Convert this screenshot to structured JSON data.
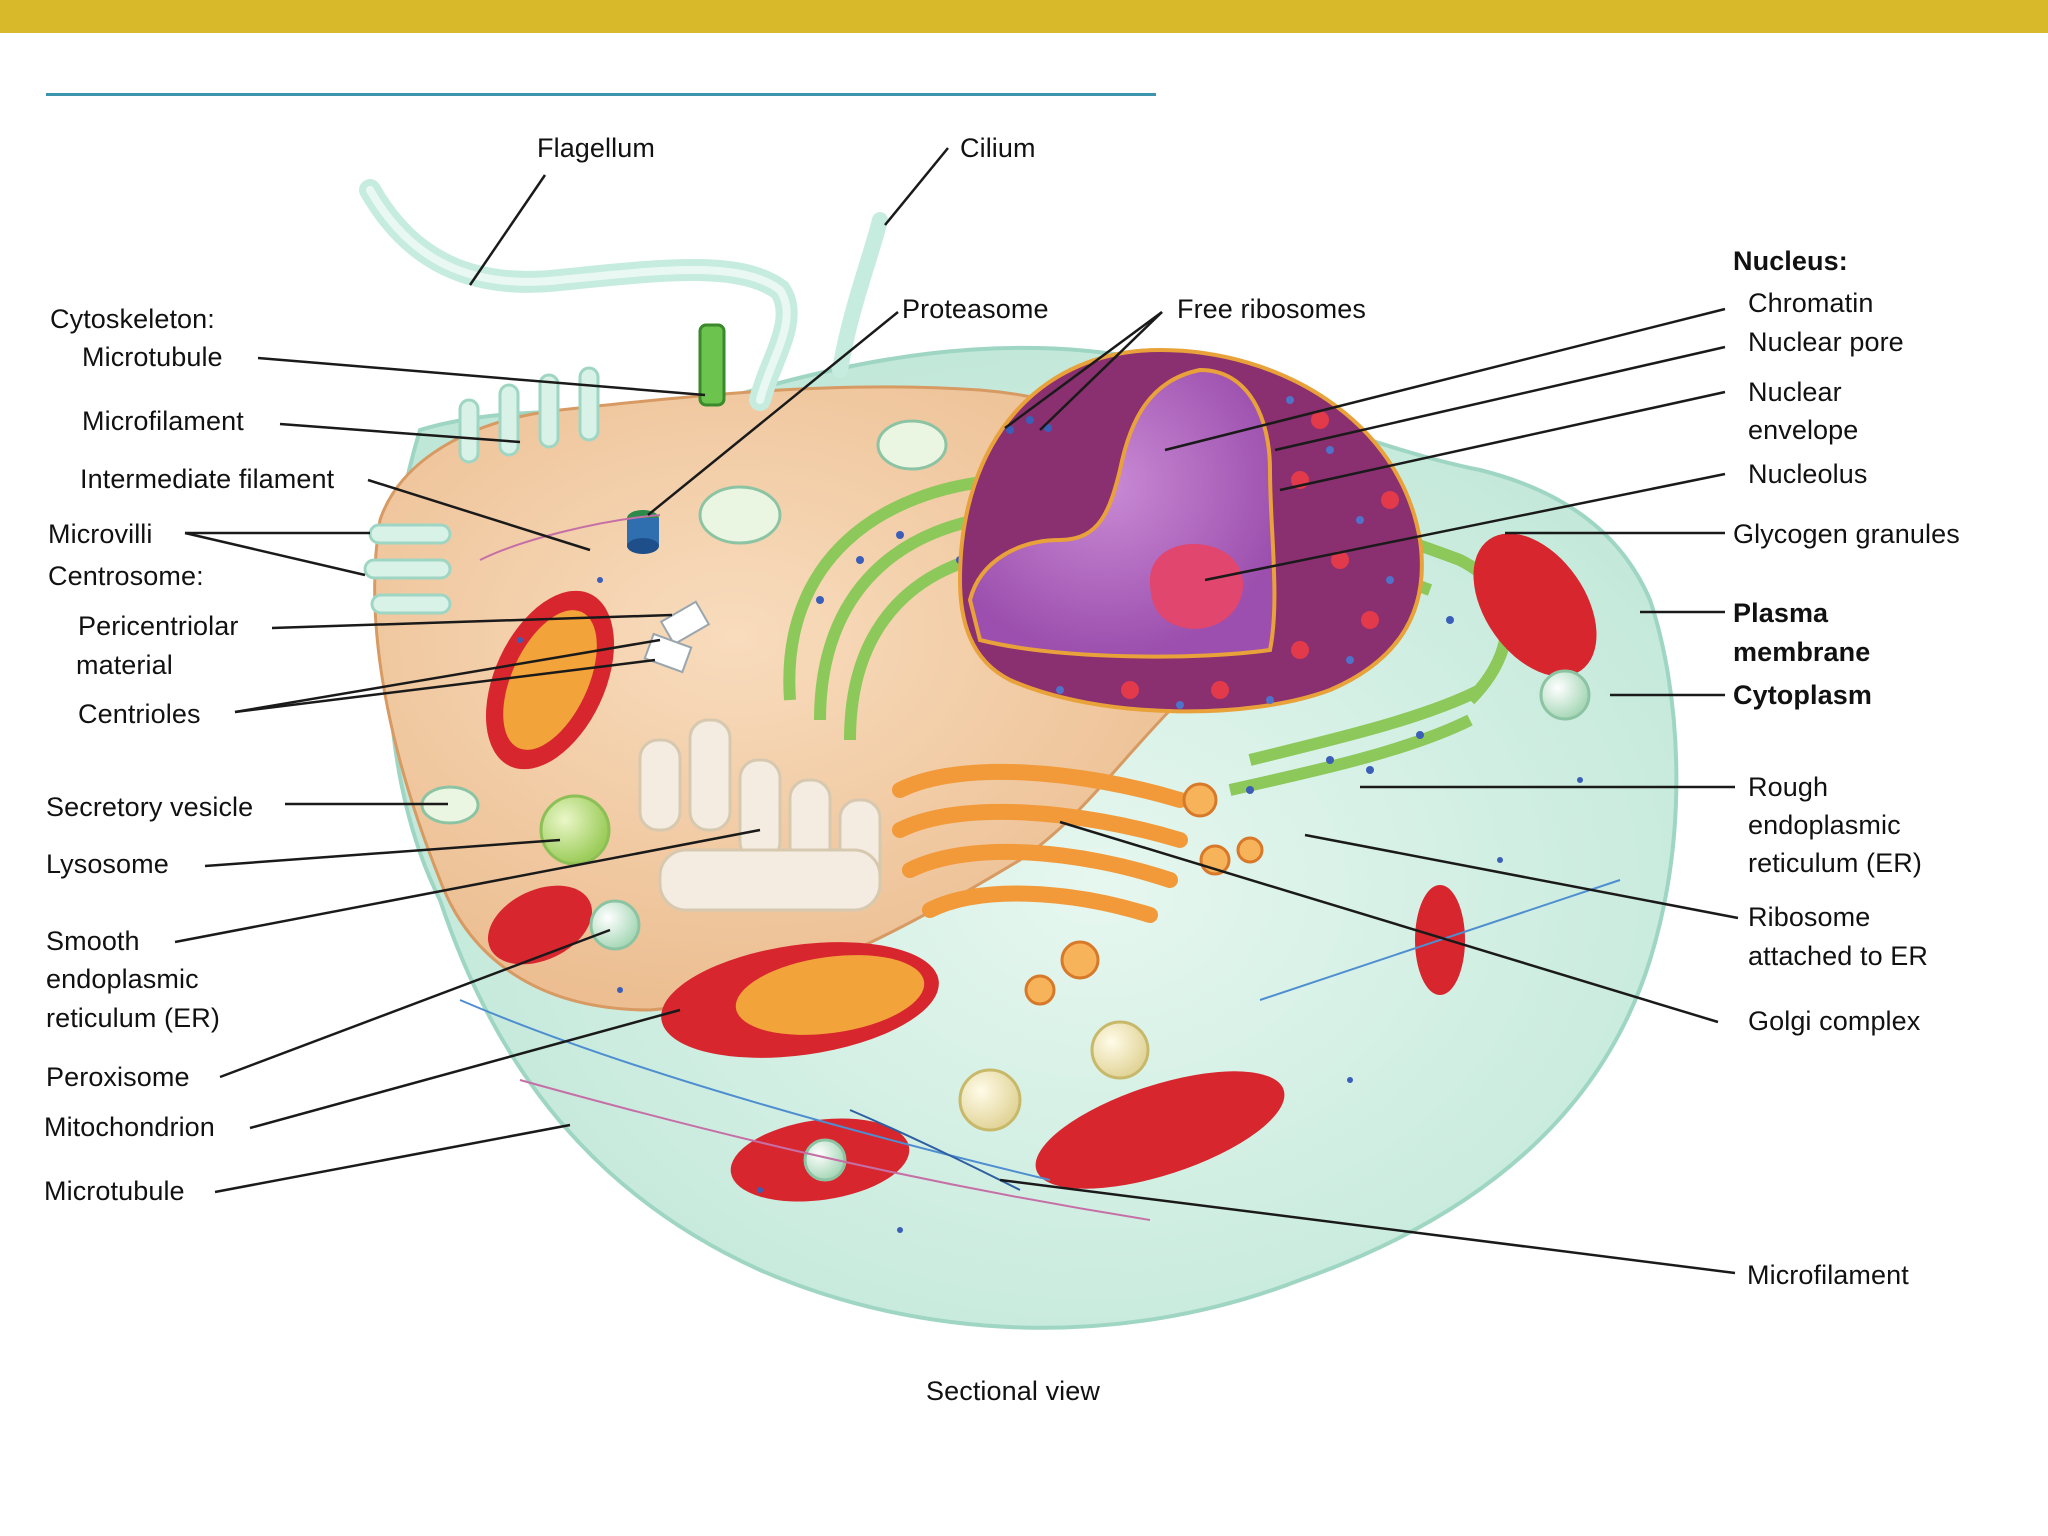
{
  "colors": {
    "top_bar": "#d8b92a",
    "title_rule": "#3d95ad",
    "leader_line": "#1a1a1a",
    "cytoplasm_outer": "#cfeee3",
    "cytoplasm_inner": "#f3c79c",
    "nucleus": "#8a2f6f",
    "chromatin": "#b86ac2",
    "nucleolus": "#e0466e",
    "rough_er": "#8dc85a",
    "golgi": "#f29a3a",
    "mitochondrion": "#d8262e",
    "smooth_er": "#f4ece0",
    "lysosome": "#b8e07c",
    "ribosome": "#3b5fb8"
  },
  "labels": {
    "flagellum": "Flagellum",
    "cilium": "Cilium",
    "cytoskeleton_header": "Cytoskeleton:",
    "microtubule_top": "Microtubule",
    "microfilament_top": "Microfilament",
    "intermediate_filament": "Intermediate filament",
    "microvilli": "Microvilli",
    "centrosome_header": "Centrosome:",
    "pericentriolar_1": "Pericentriolar",
    "pericentriolar_2": "material",
    "centrioles": "Centrioles",
    "secretory_vesicle": "Secretory vesicle",
    "lysosome": "Lysosome",
    "smooth_er_1": "Smooth",
    "smooth_er_2": "endoplasmic",
    "smooth_er_3": "reticulum (ER)",
    "peroxisome": "Peroxisome",
    "mitochondrion": "Mitochondrion",
    "microtubule_bottom": "Microtubule",
    "proteasome": "Proteasome",
    "free_ribosomes": "Free ribosomes",
    "nucleus_header": "Nucleus:",
    "chromatin": "Chromatin",
    "nuclear_pore": "Nuclear pore",
    "nuclear_envelope_1": "Nuclear",
    "nuclear_envelope_2": "envelope",
    "nucleolus": "Nucleolus",
    "glycogen_granules": "Glycogen granules",
    "plasma_membrane_1": "Plasma",
    "plasma_membrane_2": "membrane",
    "cytoplasm": "Cytoplasm",
    "rough_er_1": "Rough",
    "rough_er_2": "endoplasmic",
    "rough_er_3": "reticulum (ER)",
    "ribosome_er_1": "Ribosome",
    "ribosome_er_2": "attached to ER",
    "golgi_complex": "Golgi complex",
    "microfilament_bottom": "Microfilament",
    "sectional_view": "Sectional view"
  }
}
